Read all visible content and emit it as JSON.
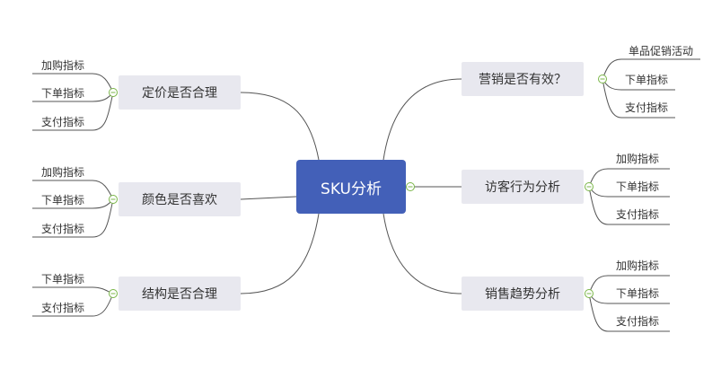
{
  "center": {
    "label": "SKU分析"
  },
  "branches": [
    {
      "label": "定价是否合理",
      "leaves": [
        "加购指标",
        "下单指标",
        "支付指标"
      ]
    },
    {
      "label": "颜色是否喜欢",
      "leaves": [
        "加购指标",
        "下单指标",
        "支付指标"
      ]
    },
    {
      "label": "结构是否合理",
      "leaves": [
        "下单指标",
        "支付指标"
      ]
    },
    {
      "label": "营销是否有效？",
      "leaves": [
        "单品促销活动",
        "下单指标",
        "支付指标"
      ]
    },
    {
      "label": "访客行为分析",
      "leaves": [
        "加购指标",
        "下单指标",
        "支付指标"
      ]
    },
    {
      "label": "销售趋势分析",
      "leaves": [
        "加购指标",
        "下单指标",
        "支付指标"
      ]
    }
  ],
  "colors": {
    "center": "#4360b8",
    "branch": "#e8e8ef",
    "collapse": "#7ab648",
    "line": "#555555"
  }
}
